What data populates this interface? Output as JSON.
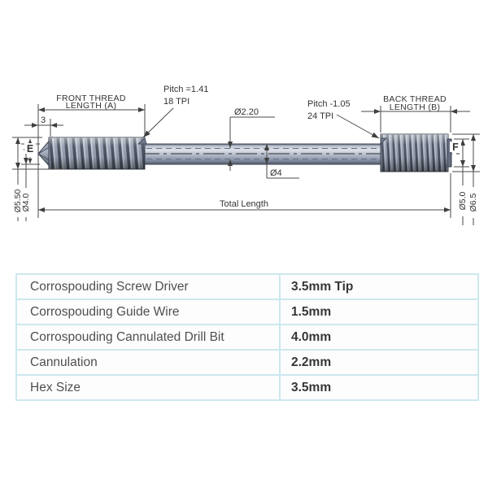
{
  "drawing": {
    "front_thread_label_1": "FRONT THREAD",
    "front_thread_label_2": "LENGTH (A)",
    "back_thread_label_1": "BACK THREAD",
    "back_thread_label_2": "LENGTH (B)",
    "front_pitch_line1": "Pitch =1.41",
    "front_pitch_line2": "18 TPI",
    "back_pitch_line1": "Pitch -1.05",
    "back_pitch_line2": "24 TPI",
    "cannulation_dia": "Ø2.20",
    "shaft_dia": "Ø4",
    "tip_length": "3",
    "tip_ref": "E",
    "end_ref": "F",
    "total_length_label": "Total Length",
    "front_od": "Ø5.50",
    "front_core": "Ø4.0",
    "back_core": "Ø5.0",
    "back_od": "Ø6.5"
  },
  "table": {
    "rows": [
      {
        "label": "Corrospouding Screw Driver",
        "value": "3.5mm Tip"
      },
      {
        "label": "Corrospouding Guide Wire",
        "value": "1.5mm"
      },
      {
        "label": "Corrospouding Cannulated Drill Bit",
        "value": "4.0mm"
      },
      {
        "label": "Cannulation",
        "value": "2.2mm"
      },
      {
        "label": "Hex Size",
        "value": "3.5mm"
      }
    ]
  },
  "colors": {
    "table_border": "#cde8ef",
    "dimension_line": "#4a4a4a",
    "screw_outline": "#39404e",
    "screw_body_light": "#d8dce4",
    "screw_body_dark": "#525a6b"
  }
}
